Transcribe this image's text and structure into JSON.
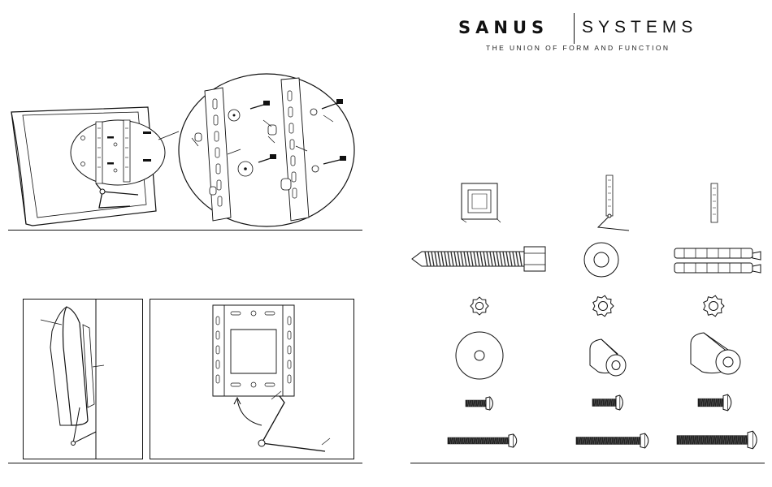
{
  "brand": {
    "name": "SANUS",
    "systems": "SYSTEMS",
    "tagline": "THE UNION OF FORM AND FUNCTION"
  },
  "colors": {
    "ink": "#111111",
    "paper": "#ffffff",
    "hatch": "#555555"
  },
  "illustrations": {
    "top_left": [
      "tv-back-view-with-bracket",
      "magnified-bracket-detail"
    ],
    "bottom_left": [
      "side-view-tv-on-wall",
      "bracket-with-swing-arm"
    ],
    "parts_grid": [
      [
        "wall-plate",
        "swing-arm-assembly",
        "adapter-bar"
      ],
      [
        "lag-bolt",
        "flat-washer-small",
        "wall-anchor-pair"
      ],
      [
        "lock-washer",
        "lock-washer-medium",
        "lock-washer-large"
      ],
      [
        "large-washer",
        "spacer-small",
        "spacer-large"
      ],
      [
        "short-screw-small",
        "short-screw-medium",
        "short-screw-large"
      ],
      [
        "long-screw-small",
        "long-screw-medium",
        "long-screw-large"
      ]
    ]
  }
}
